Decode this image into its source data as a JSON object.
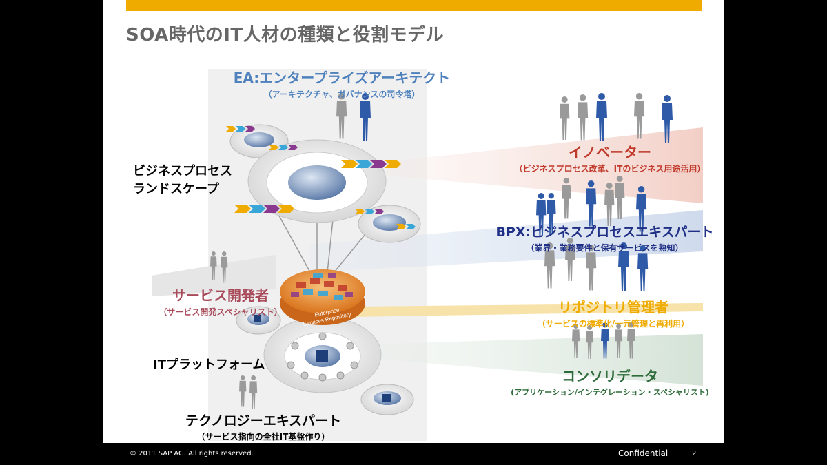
{
  "slide": {
    "title": "SOA時代のIT人材の種類と役割モデル",
    "footer": {
      "copyright": "©  2011 SAP AG. All rights reserved.",
      "confidential": "Confidential",
      "page_number": "2"
    }
  },
  "diagram": {
    "roles": [
      {
        "id": "ea",
        "name": "EA:エンタープライズアーキテクト",
        "desc": "（アーキテクチャ、ガバナンスの司令塔）",
        "color": "#4f81bd"
      },
      {
        "id": "innovator",
        "name": "イノベーター",
        "desc": "（ビジネスプロセス改革、ITのビジネス用途活用）",
        "color": "#c0392b"
      },
      {
        "id": "bpx",
        "name": "BPX:ビジネスプロセスエキスパート",
        "desc": "（業界・業務要件と保有サービスを熟知）",
        "color": "#1f2f86"
      },
      {
        "id": "service_dev",
        "name": "サービス開発者",
        "desc": "（サービス開発スペシャリスト）",
        "color": "#a84a5a"
      },
      {
        "id": "repository",
        "name": "リポジトリ管理者",
        "desc": "（サービスの標準化/一元管理と再利用）",
        "color": "#f0ab00"
      },
      {
        "id": "consolidator",
        "name": "コンソリデータ",
        "desc": "(アプリケーション/インテグレーション・スペシャリスト)",
        "color": "#2e6b3a"
      },
      {
        "id": "tech_expert",
        "name": "テクノロジーエキスパート",
        "desc": "（サービス指向の全社IT基盤作り）",
        "color": "#000000"
      }
    ],
    "layers": {
      "bp_landscape": [
        "ビジネスプロセス",
        "ランドスケープ"
      ],
      "it_platform": "ITプラットフォーム"
    },
    "hub_label": [
      "Enterprise",
      "Services Repository"
    ],
    "colors": {
      "accent": "#f0ab00",
      "innovator_band": "#f3d9d3",
      "bpx_band": "#d6e0ee",
      "repo_band": "#f5dfa0",
      "consolidator_band": "#d9e6dc",
      "people_blue": "#2e5aa8",
      "people_gray": "#9a9a9a"
    }
  }
}
